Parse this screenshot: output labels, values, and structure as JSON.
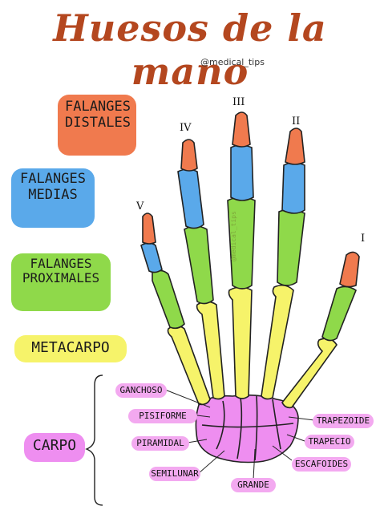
{
  "title": "Huesos de la mano",
  "handle": "@medical_tips",
  "watermark": "@medical_tips",
  "colors": {
    "title": "#b4471f",
    "distales": "#f07a4e",
    "medias": "#5aa9ea",
    "proximales": "#8fd94a",
    "metacarpo": "#f6f36a",
    "carpo": "#ee8ef0",
    "carpo_label": "#f3a9f0"
  },
  "legend": {
    "distales": "FALANGES DISTALES",
    "medias": "FALANGES MEDIAS",
    "proximales": "FALANGES PROXIMALES",
    "metacarpo": "METACARPO",
    "carpo": "CARPO"
  },
  "fingers": {
    "i": "I",
    "ii": "II",
    "iii": "III",
    "iv": "IV",
    "v": "V"
  },
  "carpal_bones": {
    "ganchoso": "GANCHOSO",
    "pisiforme": "PISIFORME",
    "piramidal": "PIRAMIDAL",
    "semilunar": "SEMILUNAR",
    "grande": "GRANDE",
    "escafoides": "ESCAFOIDES",
    "trapecio": "TRAPECIO",
    "trapezoide": "TRAPEZOIDE"
  }
}
